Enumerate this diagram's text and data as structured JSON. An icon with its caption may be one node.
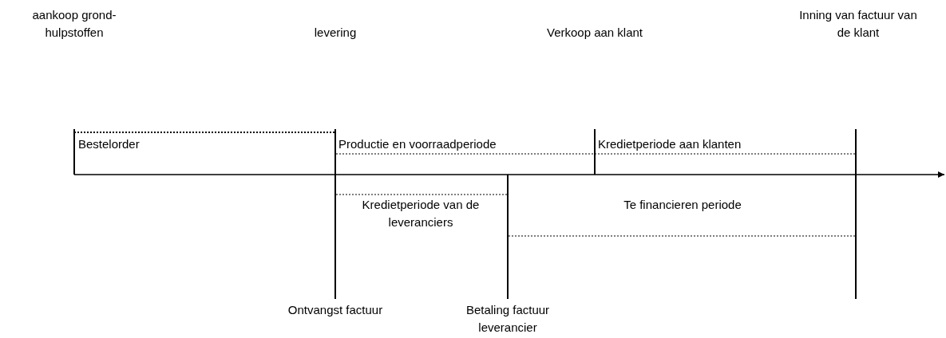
{
  "diagram": {
    "labels": [
      "aankoop grond- hulpstoffen",
      "levering",
      "Verkoop aan klant",
      "Inning van factuur van de klant",
      "Bestelorder",
      "Productie en voorraadperiode",
      "Kredietperiode aan klanten",
      "Te financieren periode",
      "Kredietperiode van de leveranciers",
      "Ontvangst factuur",
      "Betaling factuur leverancier"
    ]
  }
}
